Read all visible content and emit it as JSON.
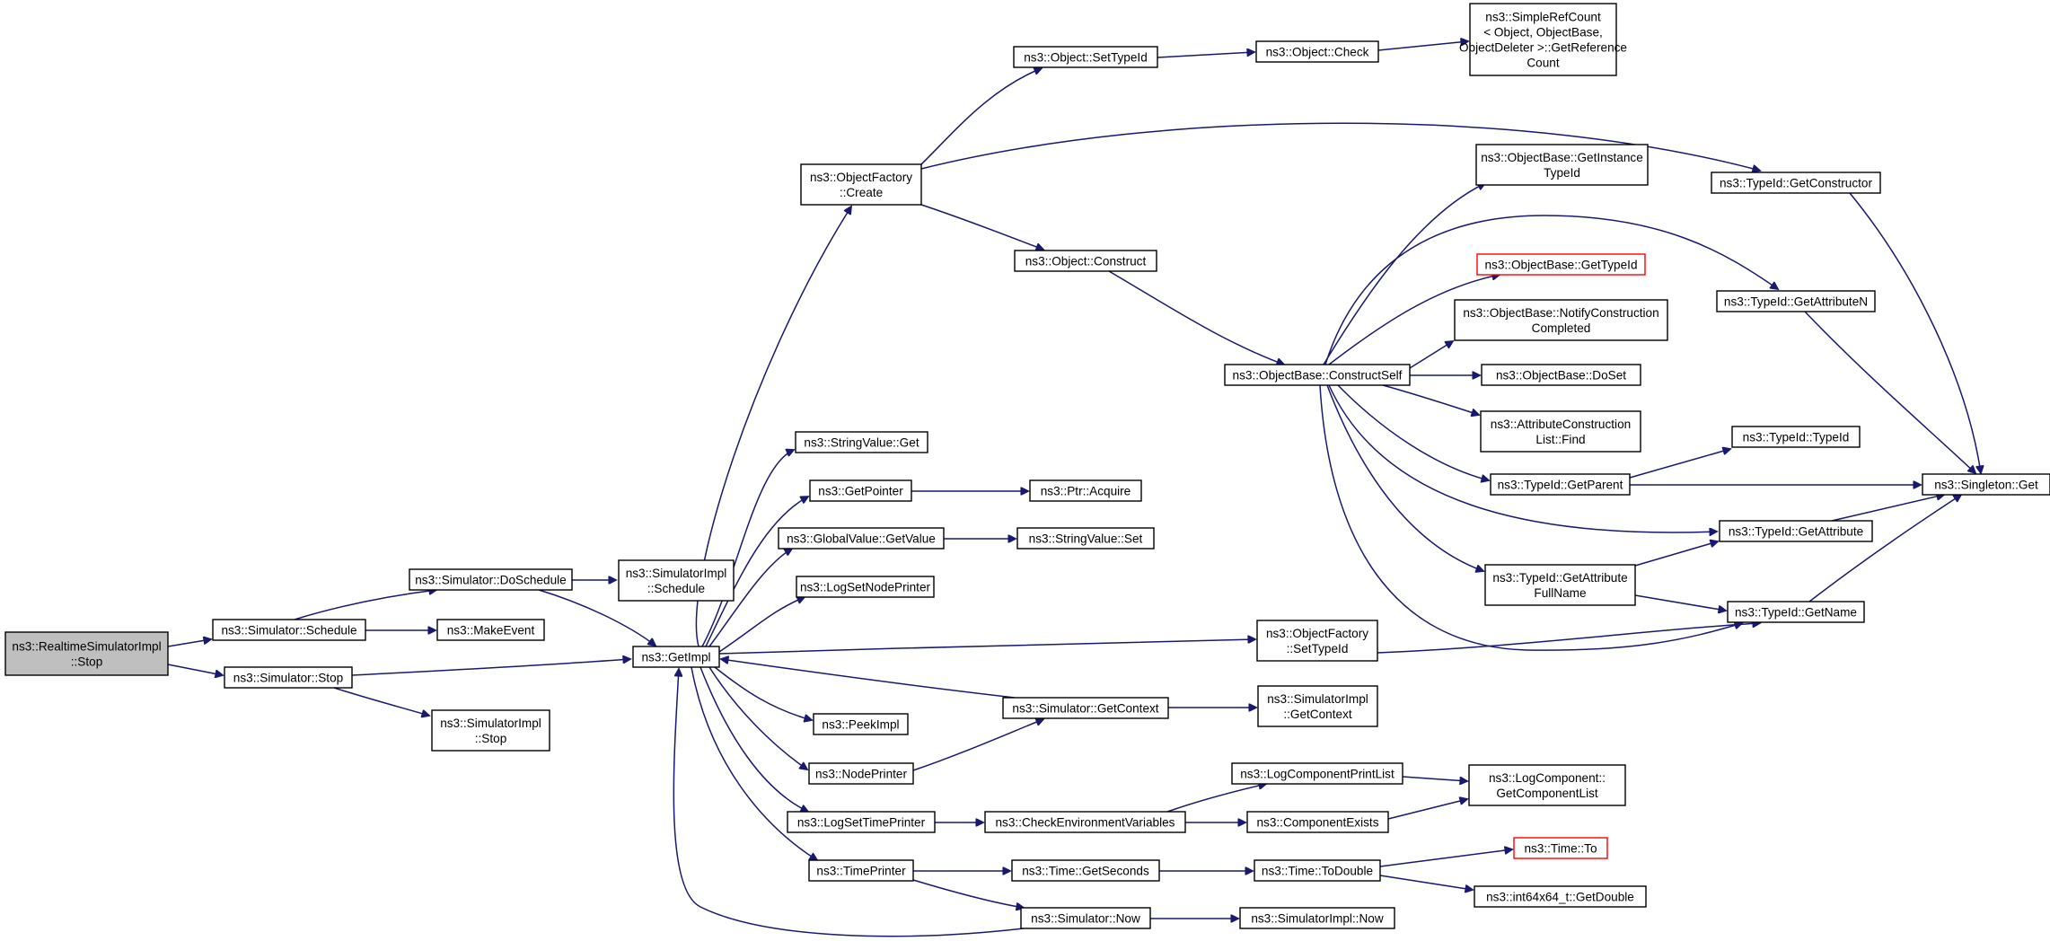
{
  "diagram": {
    "nodes": {
      "root": [
        "ns3::RealtimeSimulatorImpl",
        "::Stop"
      ],
      "schedule": [
        "ns3::Simulator::Schedule"
      ],
      "stop": [
        "ns3::Simulator::Stop"
      ],
      "doschedule": [
        "ns3::Simulator::DoSchedule"
      ],
      "makeevent": [
        "ns3::MakeEvent"
      ],
      "simimpl_stop": [
        "ns3::SimulatorImpl",
        "::Stop"
      ],
      "simimpl_schedule": [
        "ns3::SimulatorImpl",
        "::Schedule"
      ],
      "getimpl": [
        "ns3::GetImpl"
      ],
      "objfactory_create": [
        "ns3::ObjectFactory",
        "::Create"
      ],
      "stringvalue_get": [
        "ns3::StringValue::Get"
      ],
      "getpointer": [
        "ns3::GetPointer"
      ],
      "globalvalue_getvalue": [
        "ns3::GlobalValue::GetValue"
      ],
      "logsetnodeprinter": [
        "ns3::LogSetNodePrinter"
      ],
      "peekimpl": [
        "ns3::PeekImpl"
      ],
      "nodeprinter": [
        "ns3::NodePrinter"
      ],
      "logsettimeprinter": [
        "ns3::LogSetTimePrinter"
      ],
      "timeprinter": [
        "ns3::TimePrinter"
      ],
      "object_settypeid": [
        "ns3::Object::SetTypeId"
      ],
      "object_construct": [
        "ns3::Object::Construct"
      ],
      "ptr_acquire": [
        "ns3::Ptr::Acquire"
      ],
      "stringvalue_set": [
        "ns3::StringValue::Set"
      ],
      "objfactory_settypeid": [
        "ns3::ObjectFactory",
        "::SetTypeId"
      ],
      "sim_getcontext": [
        "ns3::Simulator::GetContext"
      ],
      "checkenv": [
        "ns3::CheckEnvironmentVariables"
      ],
      "time_getseconds": [
        "ns3::Time::GetSeconds"
      ],
      "sim_now": [
        "ns3::Simulator::Now"
      ],
      "object_check": [
        "ns3::Object::Check"
      ],
      "simplerefcount": [
        "ns3::SimpleRefCount",
        "< Object, ObjectBase,",
        " ObjectDeleter >::GetReference",
        "Count"
      ],
      "constructself": [
        "ns3::ObjectBase::ConstructSelf"
      ],
      "simimpl_getcontext": [
        "ns3::SimulatorImpl",
        "::GetContext"
      ],
      "logcomponentprintlist": [
        "ns3::LogComponentPrintList"
      ],
      "componentexists": [
        "ns3::ComponentExists"
      ],
      "time_todouble": [
        "ns3::Time::ToDouble"
      ],
      "simimpl_now": [
        "ns3::SimulatorImpl::Now"
      ],
      "getinstancetypeid": [
        "ns3::ObjectBase::GetInstance",
        "TypeId"
      ],
      "ob_gettypeid": [
        "ns3::ObjectBase::GetTypeId"
      ],
      "notifyconstruction": [
        "ns3::ObjectBase::NotifyConstruction",
        "Completed"
      ],
      "ob_doset": [
        "ns3::ObjectBase::DoSet"
      ],
      "attrconstructionlist": [
        "ns3::AttributeConstruction",
        "List::Find"
      ],
      "typeid_getparent": [
        "ns3::TypeId::GetParent"
      ],
      "typeid_getattributefullname": [
        "ns3::TypeId::GetAttribute",
        "FullName"
      ],
      "logcomponent_getlist": [
        "ns3::LogComponent::",
        "GetComponentList"
      ],
      "time_to": [
        "ns3::Time::To"
      ],
      "int64x64_getdouble": [
        "ns3::int64x64_t::GetDouble"
      ],
      "typeid_getconstructor": [
        "ns3::TypeId::GetConstructor"
      ],
      "typeid_getattributen": [
        "ns3::TypeId::GetAttributeN"
      ],
      "typeid_typeid": [
        "ns3::TypeId::TypeId"
      ],
      "typeid_getattribute": [
        "ns3::TypeId::GetAttribute"
      ],
      "typeid_getname": [
        "ns3::TypeId::GetName"
      ],
      "singleton_get": [
        "ns3::Singleton::Get"
      ]
    },
    "colors": {
      "edge": "#191970",
      "root_fill": "#bfbfbf",
      "border": "#000000",
      "truncated_border": "#ff0000"
    }
  }
}
